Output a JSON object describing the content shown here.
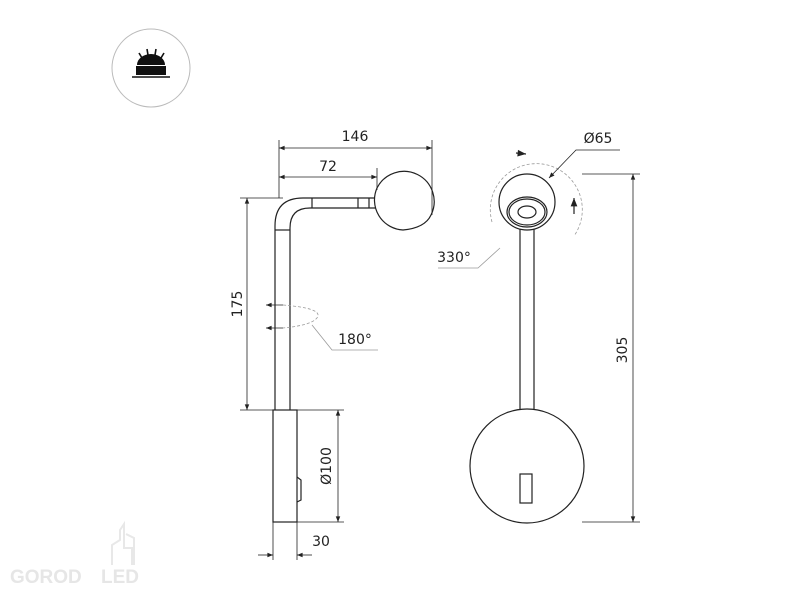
{
  "icon": {
    "name": "surface-mount-light-icon"
  },
  "side_view": {
    "dims": {
      "width_total": "146",
      "arm_reach": "72",
      "height_arm": "175",
      "base_diameter": "Ø100",
      "base_depth": "30",
      "rotation": "180°"
    }
  },
  "front_view": {
    "dims": {
      "head_diameter": "Ø65",
      "head_rotation": "330°",
      "total_height": "305"
    }
  },
  "watermark": {
    "text": "GOROD",
    "suffix": "LED"
  },
  "colors": {
    "line": "#222222",
    "dashed": "#9a9a9a",
    "watermark": "#e6e6e6"
  }
}
